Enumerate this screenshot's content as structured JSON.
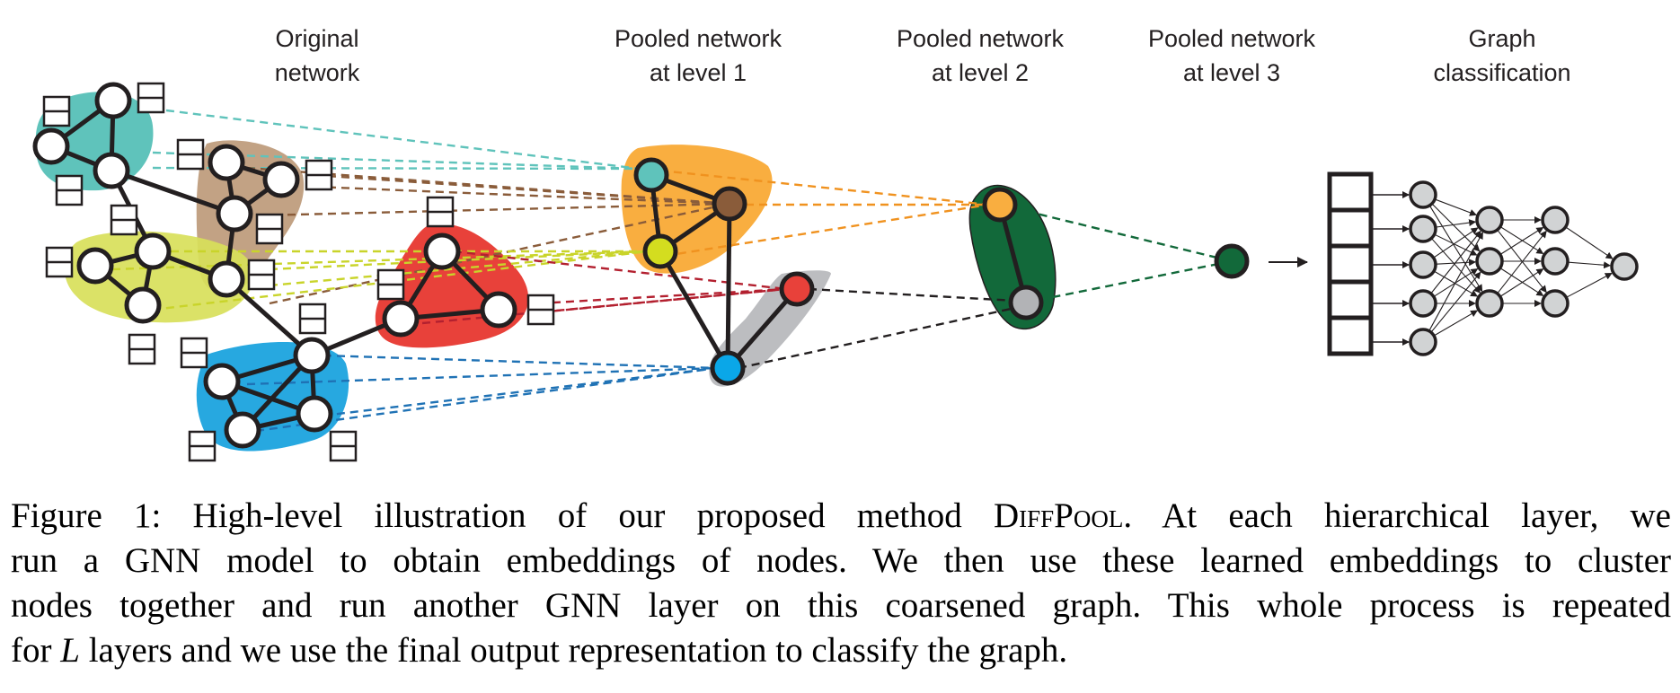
{
  "stages": [
    {
      "id": "original",
      "line1": "Original",
      "line2": "network"
    },
    {
      "id": "level1",
      "line1": "Pooled network",
      "line2": "at level 1"
    },
    {
      "id": "level2",
      "line1": "Pooled network",
      "line2": "at level 2"
    },
    {
      "id": "level3",
      "line1": "Pooled network",
      "line2": "at level 3"
    },
    {
      "id": "classification",
      "line1": "Graph",
      "line2": "classification"
    }
  ],
  "colors": {
    "teal": "#5fc3bb",
    "brown": "#bd9a7a",
    "brown_node": "#8a5c3a",
    "lime": "#d8e05a",
    "lime_node": "#d4dd1f",
    "red": "#e8413a",
    "blue": "#27a8e0",
    "blue_node": "#0aa7e8",
    "orange": "#f9ae40",
    "gray": "#bcbdc0",
    "gray_node": "#b2b3b6",
    "green": "#12693a",
    "nn_node": "#d1d3d4",
    "stroke": "#231f20",
    "teal_line": "#5fc3bb",
    "brown_line": "#8a5c3a",
    "lime_line": "#c9d42a",
    "red_line": "#b3202f",
    "blue_line": "#1f72b5",
    "orange_line": "#f0921f",
    "black_line": "#231f20",
    "green_line": "#12693a"
  },
  "graph": {
    "clusters": [
      {
        "name": "teal",
        "nodes": 3
      },
      {
        "name": "brown",
        "nodes": 3
      },
      {
        "name": "lime",
        "nodes": 4
      },
      {
        "name": "red",
        "nodes": 3
      },
      {
        "name": "blue",
        "nodes": 4
      }
    ],
    "level1_nodes": [
      "teal",
      "brown",
      "lime",
      "red",
      "blue"
    ],
    "level1_clusters": [
      "orange",
      "gray"
    ],
    "level2_nodes": [
      "orange",
      "gray"
    ],
    "level2_clusters": [
      "green"
    ],
    "level3_nodes": [
      "green"
    ]
  },
  "classifier": {
    "vector_cells": 5,
    "layers": [
      5,
      3,
      3,
      1
    ]
  },
  "caption": {
    "lines": [
      {
        "parts": [
          {
            "text": "Figure 1: High-level illustration of our proposed method ",
            "style": ""
          },
          {
            "text": "DiffPool",
            "style": "sc"
          },
          {
            "text": ". At each hierarchical layer, we",
            "style": ""
          }
        ]
      },
      {
        "parts": [
          {
            "text": "run a GNN model to obtain embeddings of nodes. We then use these learned embeddings to cluster",
            "style": ""
          }
        ]
      },
      {
        "parts": [
          {
            "text": "nodes together and run another GNN layer on this coarsened graph. This whole process is repeated",
            "style": ""
          }
        ]
      },
      {
        "parts": [
          {
            "text": "for ",
            "style": ""
          },
          {
            "text": "L",
            "style": "it"
          },
          {
            "text": " layers and we use the final output representation to classify the graph.",
            "style": ""
          }
        ]
      }
    ]
  }
}
